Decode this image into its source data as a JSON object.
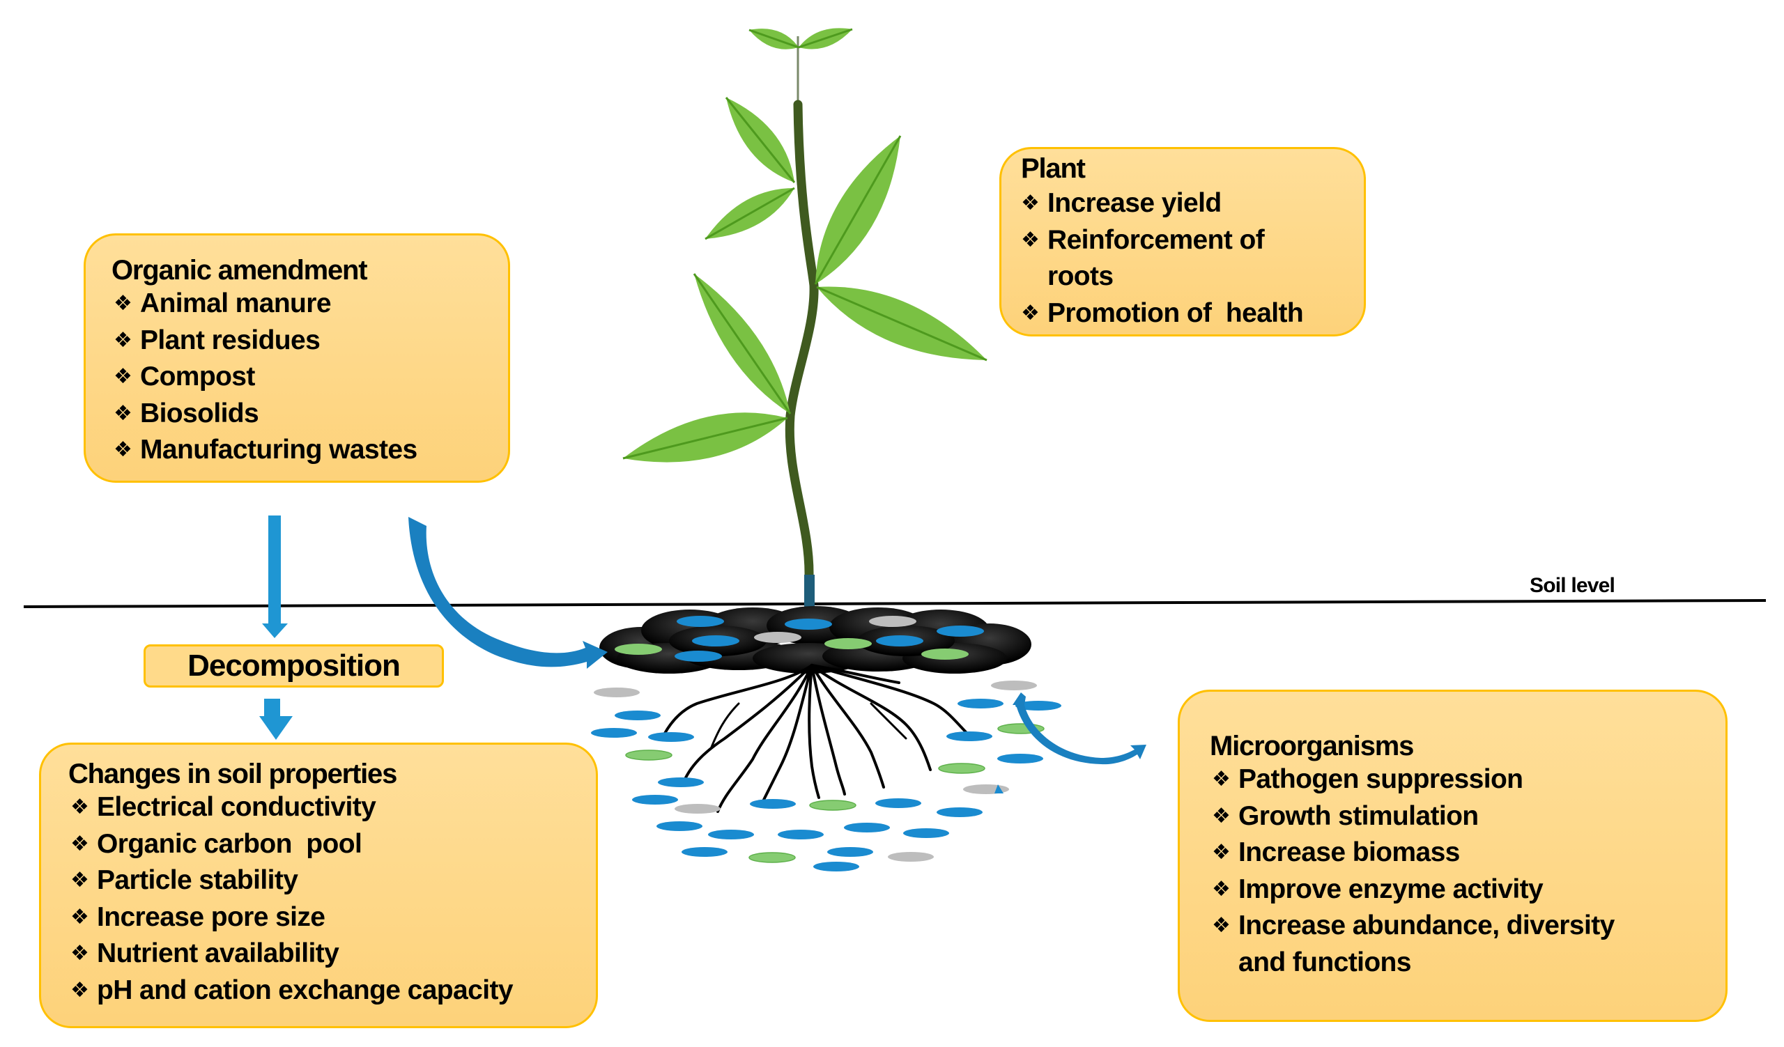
{
  "soil_label": "Soil level",
  "decomposition_label": "Decomposition",
  "organic_amendment": {
    "title": "Organic amendment",
    "items": [
      "Animal manure",
      "Plant residues",
      "Compost",
      "Biosolids",
      "Manufacturing wastes"
    ]
  },
  "plant": {
    "title": "Plant",
    "items": [
      {
        "line1": "Increase yield",
        "line2": ""
      },
      {
        "line1": "Reinforcement of",
        "line2": "roots"
      },
      {
        "line1": "Promotion of  health",
        "line2": ""
      }
    ]
  },
  "soil_properties": {
    "title": "Changes in soil properties",
    "items": [
      "Electrical conductivity",
      "Organic carbon  pool",
      "Particle stability",
      "Increase pore size",
      "Nutrient availability",
      "pH and cation exchange capacity"
    ]
  },
  "microorganisms": {
    "title": "Microorganisms",
    "items": [
      {
        "line1": "Pathogen suppression",
        "line2": ""
      },
      {
        "line1": "Growth stimulation",
        "line2": ""
      },
      {
        "line1": "Increase biomass",
        "line2": ""
      },
      {
        "line1": "Improve enzyme activity",
        "line2": ""
      },
      {
        "line1": "Increase abundance, diversity",
        "line2": "and functions"
      }
    ]
  },
  "bullet_glyph": "❖",
  "colors": {
    "box_fill": "#FDD57F",
    "box_border": "#FFC000",
    "arrow_blue": "#1F96D3",
    "arrow_dark_blue": "#1A75B5",
    "leaf_green": "#7AC143",
    "leaf_vein": "#4E9A1E",
    "stem": "#3F5A1F",
    "particle_blue": "#1A8BD0",
    "particle_green": "#86CC72",
    "particle_grey": "#BDBDBD"
  }
}
